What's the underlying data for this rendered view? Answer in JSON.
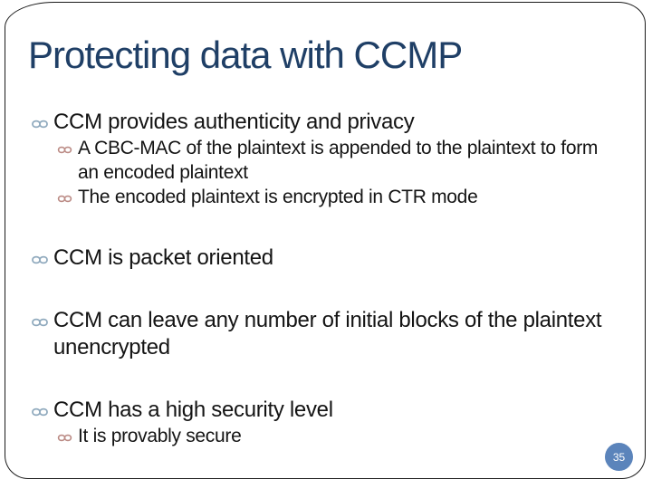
{
  "slide": {
    "title": "Protecting data with CCMP",
    "page_number": "35",
    "bullet_icon": "swirl-infinity-bullet",
    "colors": {
      "background": "#ffffff",
      "border": "#1a1a1a",
      "title_text": "#1f3f66",
      "body_text": "#141414",
      "bullet_level1": "#8fa9bd",
      "bullet_level2": "#bb8b85",
      "page_badge_background": "#5b84bb",
      "page_badge_text": "#ffffff"
    },
    "content": {
      "items": [
        {
          "level": 1,
          "text": "CCM provides authenticity and privacy"
        },
        {
          "level": 2,
          "text": "A CBC-MAC of the plaintext is appended to the plaintext to form an encoded plaintext"
        },
        {
          "level": 2,
          "text": "The encoded plaintext is encrypted in CTR mode"
        },
        {
          "level": 1,
          "text": "CCM is packet oriented"
        },
        {
          "level": 1,
          "text": "CCM can leave any number of initial blocks of the plaintext unencrypted"
        },
        {
          "level": 1,
          "text": "CCM has a high security level"
        },
        {
          "level": 2,
          "text": "It is provably secure"
        }
      ]
    }
  }
}
